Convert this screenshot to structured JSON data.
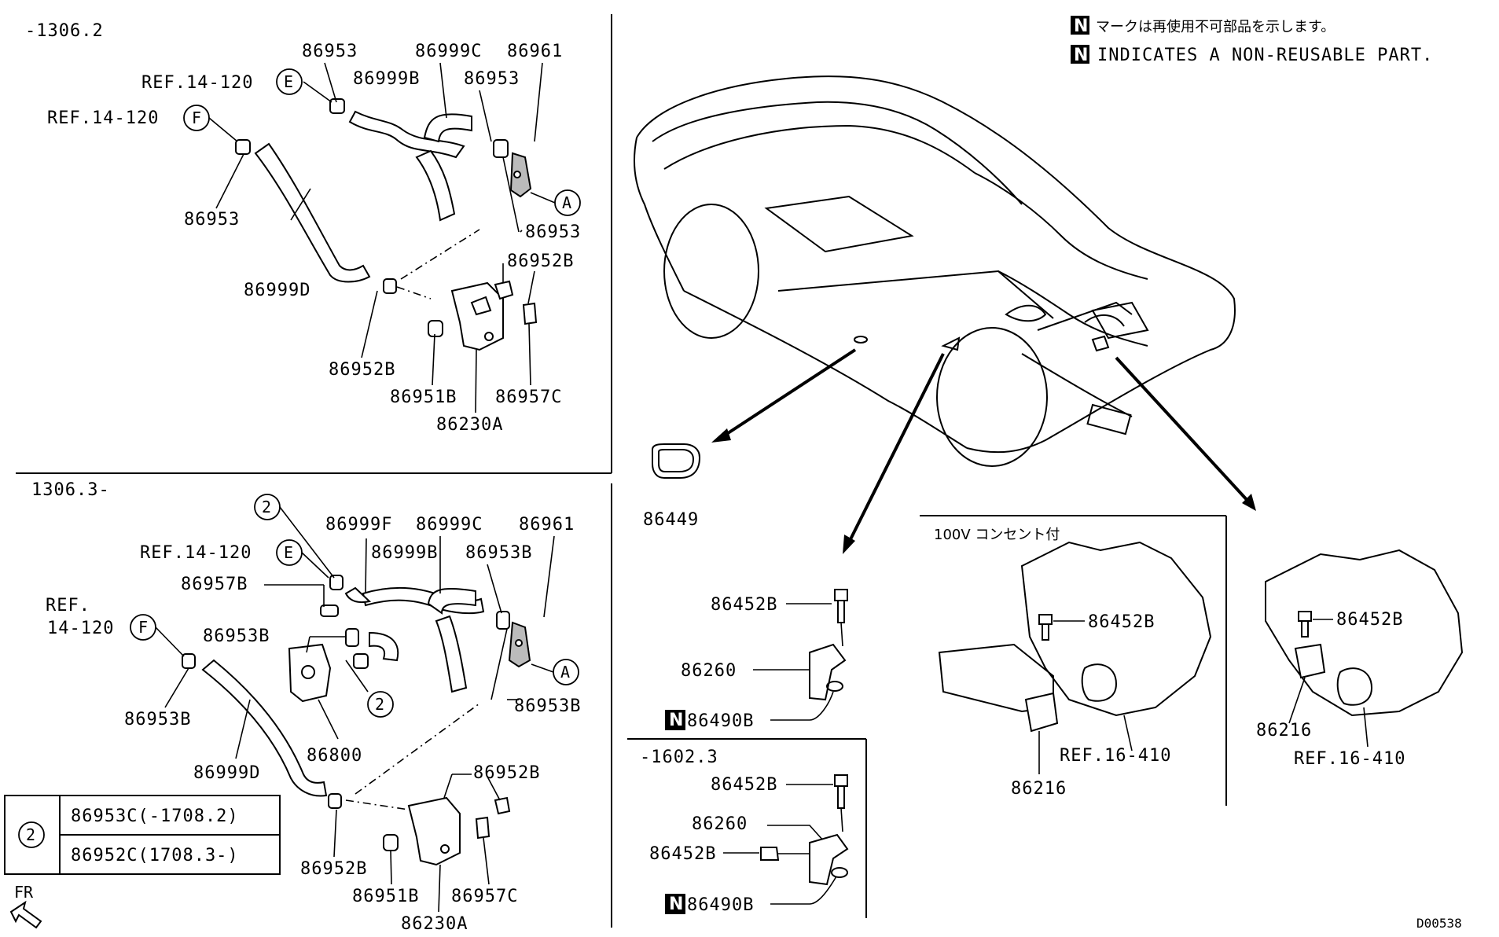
{
  "diagram": {
    "id": "D00538",
    "legend": {
      "jp": "マークは再使用不可部品を示します。",
      "en": "INDICATES A NON-REUSABLE PART.",
      "n_mark": "N"
    },
    "panel_top_left": {
      "range": "-1306.2",
      "labels": {
        "p86953_top": "86953",
        "p86999C": "86999C",
        "p86961": "86961",
        "ref_e": "REF.14-120",
        "p86999B": "86999B",
        "p86953_mid": "86953",
        "ref_f": "REF.14-120",
        "p86953_left": "86953",
        "p86953_right": "86953",
        "p86952B_top": "86952B",
        "p86999D": "86999D",
        "p86952B_bot": "86952B",
        "p86951B": "86951B",
        "p86957C": "86957C",
        "p86230A": "86230A",
        "mark_e": "E",
        "mark_f": "F",
        "mark_a": "A"
      }
    },
    "panel_bottom_left": {
      "range": "1306.3-",
      "labels": {
        "mark_2_top": "2",
        "p86999F": "86999F",
        "p86999C": "86999C",
        "p86961": "86961",
        "ref_e": "REF.14-120",
        "mark_e": "E",
        "p86999B": "86999B",
        "p86953B_top": "86953B",
        "p86957B": "86957B",
        "ref_f_1": "REF.",
        "ref_f_2": "14-120",
        "mark_f": "F",
        "p86953B_mid": "86953B",
        "mark_a": "A",
        "mark_2_mid": "2",
        "p86953B_right": "86953B",
        "p86953B_left": "86953B",
        "p86800": "86800",
        "p86999D": "86999D",
        "p86952B_top": "86952B",
        "p86952B_bot": "86952B",
        "p86951B": "86951B",
        "p86957C": "86957C",
        "p86230A": "86230A",
        "fr": "FR"
      },
      "table": {
        "mark": "2",
        "rows": [
          "86953C(-1708.2)",
          "86952C(1708.3-)"
        ]
      }
    },
    "car_section": {
      "p86449": "86449"
    },
    "bracket_panel_1": {
      "p86452B": "86452B",
      "p86260": "86260",
      "p86490B": "86490B"
    },
    "bracket_panel_2": {
      "range": "-1602.3",
      "p86452B_top": "86452B",
      "p86260": "86260",
      "p86452B_side": "86452B",
      "p86490B": "86490B"
    },
    "outlet_panel": {
      "title": "100V コンセント付",
      "p86452B": "86452B",
      "ref": "REF.16-410",
      "p86216": "86216"
    },
    "right_panel": {
      "p86452B": "86452B",
      "p86216": "86216",
      "ref": "REF.16-410"
    }
  }
}
